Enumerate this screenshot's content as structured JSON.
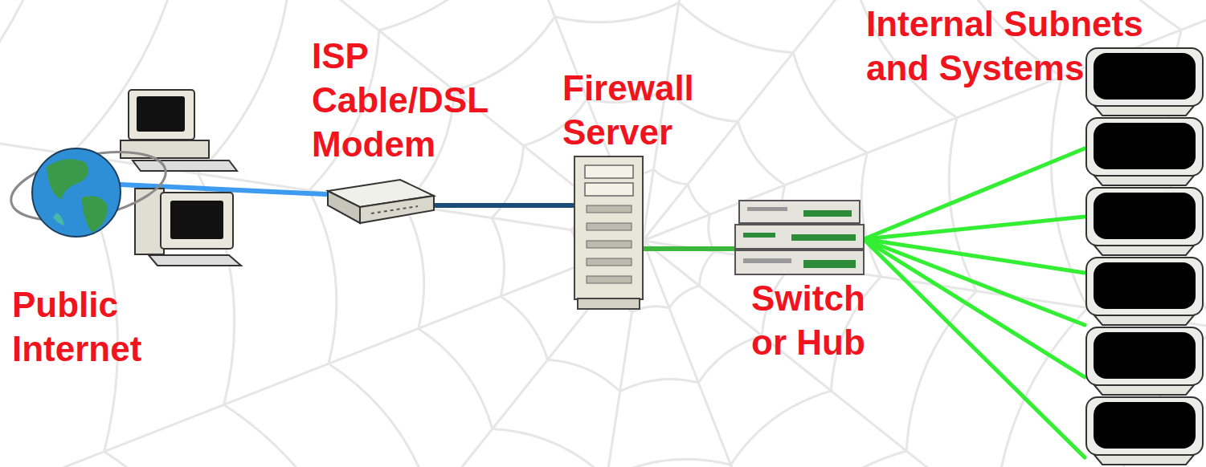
{
  "diagram": {
    "nodes": [
      {
        "text": [
          "Public Internet"
        ]
      },
      {
        "text": [
          "ISP Cable/DSL Modem"
        ]
      },
      {
        "text": [
          "Firewall Server"
        ]
      },
      {
        "text": [
          "Switch or Hub"
        ]
      },
      {
        "text": [
          "Internal Subnets and Systems"
        ]
      }
    ],
    "edges": [
      {
        "from": 0,
        "to": 1,
        "arrow": "none"
      },
      {
        "from": 1,
        "to": 2,
        "arrow": "none"
      },
      {
        "from": 2,
        "to": 3,
        "arrow": "none"
      },
      {
        "from": 3,
        "to": 4,
        "arrow": "none"
      },
      {
        "from": 3,
        "to": 4,
        "arrow": "none"
      },
      {
        "from": 3,
        "to": 4,
        "arrow": "none"
      },
      {
        "from": 3,
        "to": 4,
        "arrow": "none"
      },
      {
        "from": 3,
        "to": 4,
        "arrow": "none"
      },
      {
        "from": 3,
        "to": 4,
        "arrow": "none"
      }
    ]
  }
}
